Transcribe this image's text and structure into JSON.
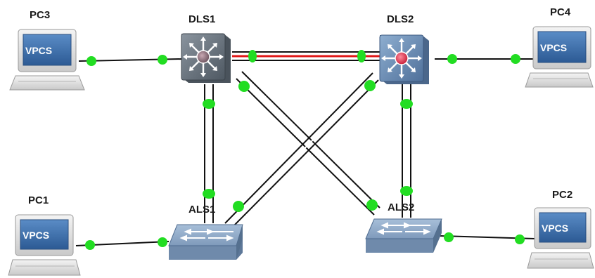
{
  "colors": {
    "link": "#111111",
    "blocked_link": "#e01818",
    "port_up": "#22dd22",
    "l3_switch_body": "#6b7682",
    "l3_switch_body_alt": "#6d8db0",
    "l2_switch_body": "#7d98b6",
    "vpcs_screen": "#3d6fa8",
    "vpcs_body": "#e6e6e6"
  },
  "nodes": {
    "dls1": {
      "label": "DLS1",
      "type": "multilayer-switch",
      "icon": "l3-switch-icon"
    },
    "dls2": {
      "label": "DLS2",
      "type": "multilayer-switch",
      "icon": "l3-switch-icon"
    },
    "als1": {
      "label": "ALS1",
      "type": "switch",
      "icon": "l2-switch-icon"
    },
    "als2": {
      "label": "ALS2",
      "type": "switch",
      "icon": "l2-switch-icon"
    },
    "pc1": {
      "label": "PC1",
      "type": "vpcs",
      "icon": "vpcs-pc-icon",
      "screen_text": "VPCS"
    },
    "pc2": {
      "label": "PC2",
      "type": "vpcs",
      "icon": "vpcs-pc-icon",
      "screen_text": "VPCS"
    },
    "pc3": {
      "label": "PC3",
      "type": "vpcs",
      "icon": "vpcs-pc-icon",
      "screen_text": "VPCS"
    },
    "pc4": {
      "label": "PC4",
      "type": "vpcs",
      "icon": "vpcs-pc-icon",
      "screen_text": "VPCS"
    }
  },
  "links": [
    {
      "from": "pc3",
      "to": "dls1",
      "style": "single"
    },
    {
      "from": "dls2",
      "to": "pc4",
      "style": "single"
    },
    {
      "from": "pc1",
      "to": "als1",
      "style": "single"
    },
    {
      "from": "als2",
      "to": "pc2",
      "style": "single"
    },
    {
      "from": "dls1",
      "to": "dls2",
      "style": "double-blocked"
    },
    {
      "from": "dls1",
      "to": "als1",
      "style": "double"
    },
    {
      "from": "dls2",
      "to": "als2",
      "style": "double"
    },
    {
      "from": "dls1",
      "to": "als2",
      "style": "double"
    },
    {
      "from": "dls2",
      "to": "als1",
      "style": "double"
    }
  ]
}
